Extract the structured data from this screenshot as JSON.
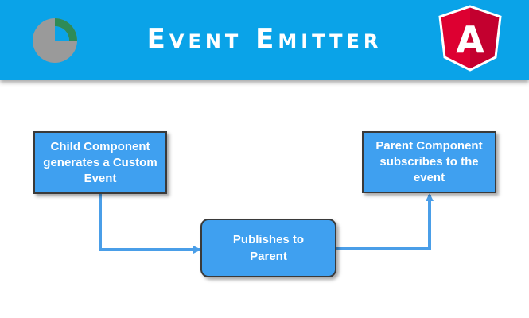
{
  "header": {
    "title": "Event Emitter",
    "logo_right_letter": "A",
    "left_logo_icon": "pie-logo-icon",
    "right_logo_icon": "angular-shield-icon"
  },
  "diagram": {
    "nodes": {
      "child": "Child Component generates a Custom Event",
      "publish": "Publishes to Parent",
      "parent": "Parent Component subscribes to the event"
    }
  },
  "colors": {
    "header_bg": "#0aa3e8",
    "node_fill": "#3fa0f0",
    "node_border": "#3a3a3a",
    "angular_red": "#dd0031",
    "angular_dark_red": "#c3002f"
  }
}
